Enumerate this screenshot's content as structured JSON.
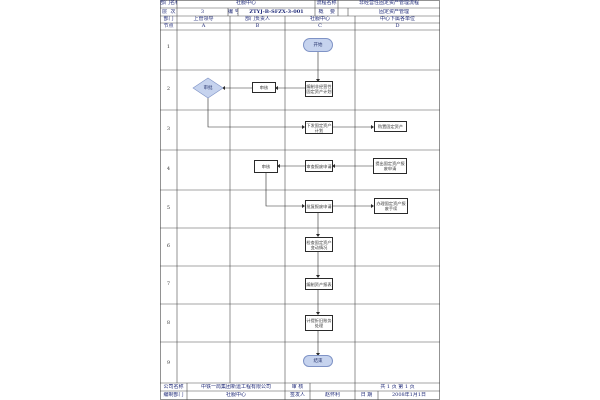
{
  "header": {
    "dept_label": "部门名称",
    "dept_value": "社服中心",
    "process_label": "流程名称",
    "process_value": "非经营性固定资产管理流程",
    "version_label": "层",
    "version_sep": "次",
    "version_value": "3",
    "code_label": "编 号",
    "code_value": "ZTYJ-B-SFZX-3-001",
    "overview_label": "概",
    "overview_sep": "要",
    "overview_value": "固定资产管理",
    "lane_dept_label": "部门",
    "lane_a_dept": "上管领导",
    "lane_b_dept": "部门负责人",
    "lane_c_dept": "社服中心",
    "lane_d_dept": "中心下属各单位",
    "node_label": "节点",
    "col_a": "A",
    "col_b": "B",
    "col_c": "C",
    "col_d": "D"
  },
  "rows": [
    "1",
    "2",
    "3",
    "4",
    "5",
    "6",
    "7",
    "8",
    "9"
  ],
  "nodes": {
    "start": "开始",
    "edit_plan": "编制非经营性固定资产计划",
    "review_b2": "审核",
    "approve_a2": "审批",
    "issue_plan": "下发固定资产计划",
    "purchase": "购置固定资产",
    "review_apply": "审查报废申请",
    "submit_apply": "提出固定资产报废申请",
    "review_b4": "审核",
    "approve_apply": "批复报废申请",
    "handle_scrap": "办理固定资产报废手续",
    "check_change": "检查固定资产变动情况",
    "make_report": "编制资产报表",
    "plan_finance": "计提折旧账务处理",
    "end": "结束"
  },
  "footer": {
    "company_label": "公司名称",
    "company_value": "中铁一局集团新运工程有限公司",
    "reviewer_label": "审 核",
    "page_text_a": "共",
    "page_total": "1",
    "page_text_b": "页  第",
    "page_current": "1",
    "page_text_c": "页",
    "editor_dept_label": "编制部门",
    "editor_dept_value": "社服中心",
    "approver_label": "签发人",
    "approver_value": "赵怀利",
    "date_label": "日 期",
    "date_value": "2008年1月1日"
  },
  "colors": {
    "line": "#2a2a2a",
    "terminal_fill": "#c6d3ee",
    "header_text": "#1f2a78"
  }
}
